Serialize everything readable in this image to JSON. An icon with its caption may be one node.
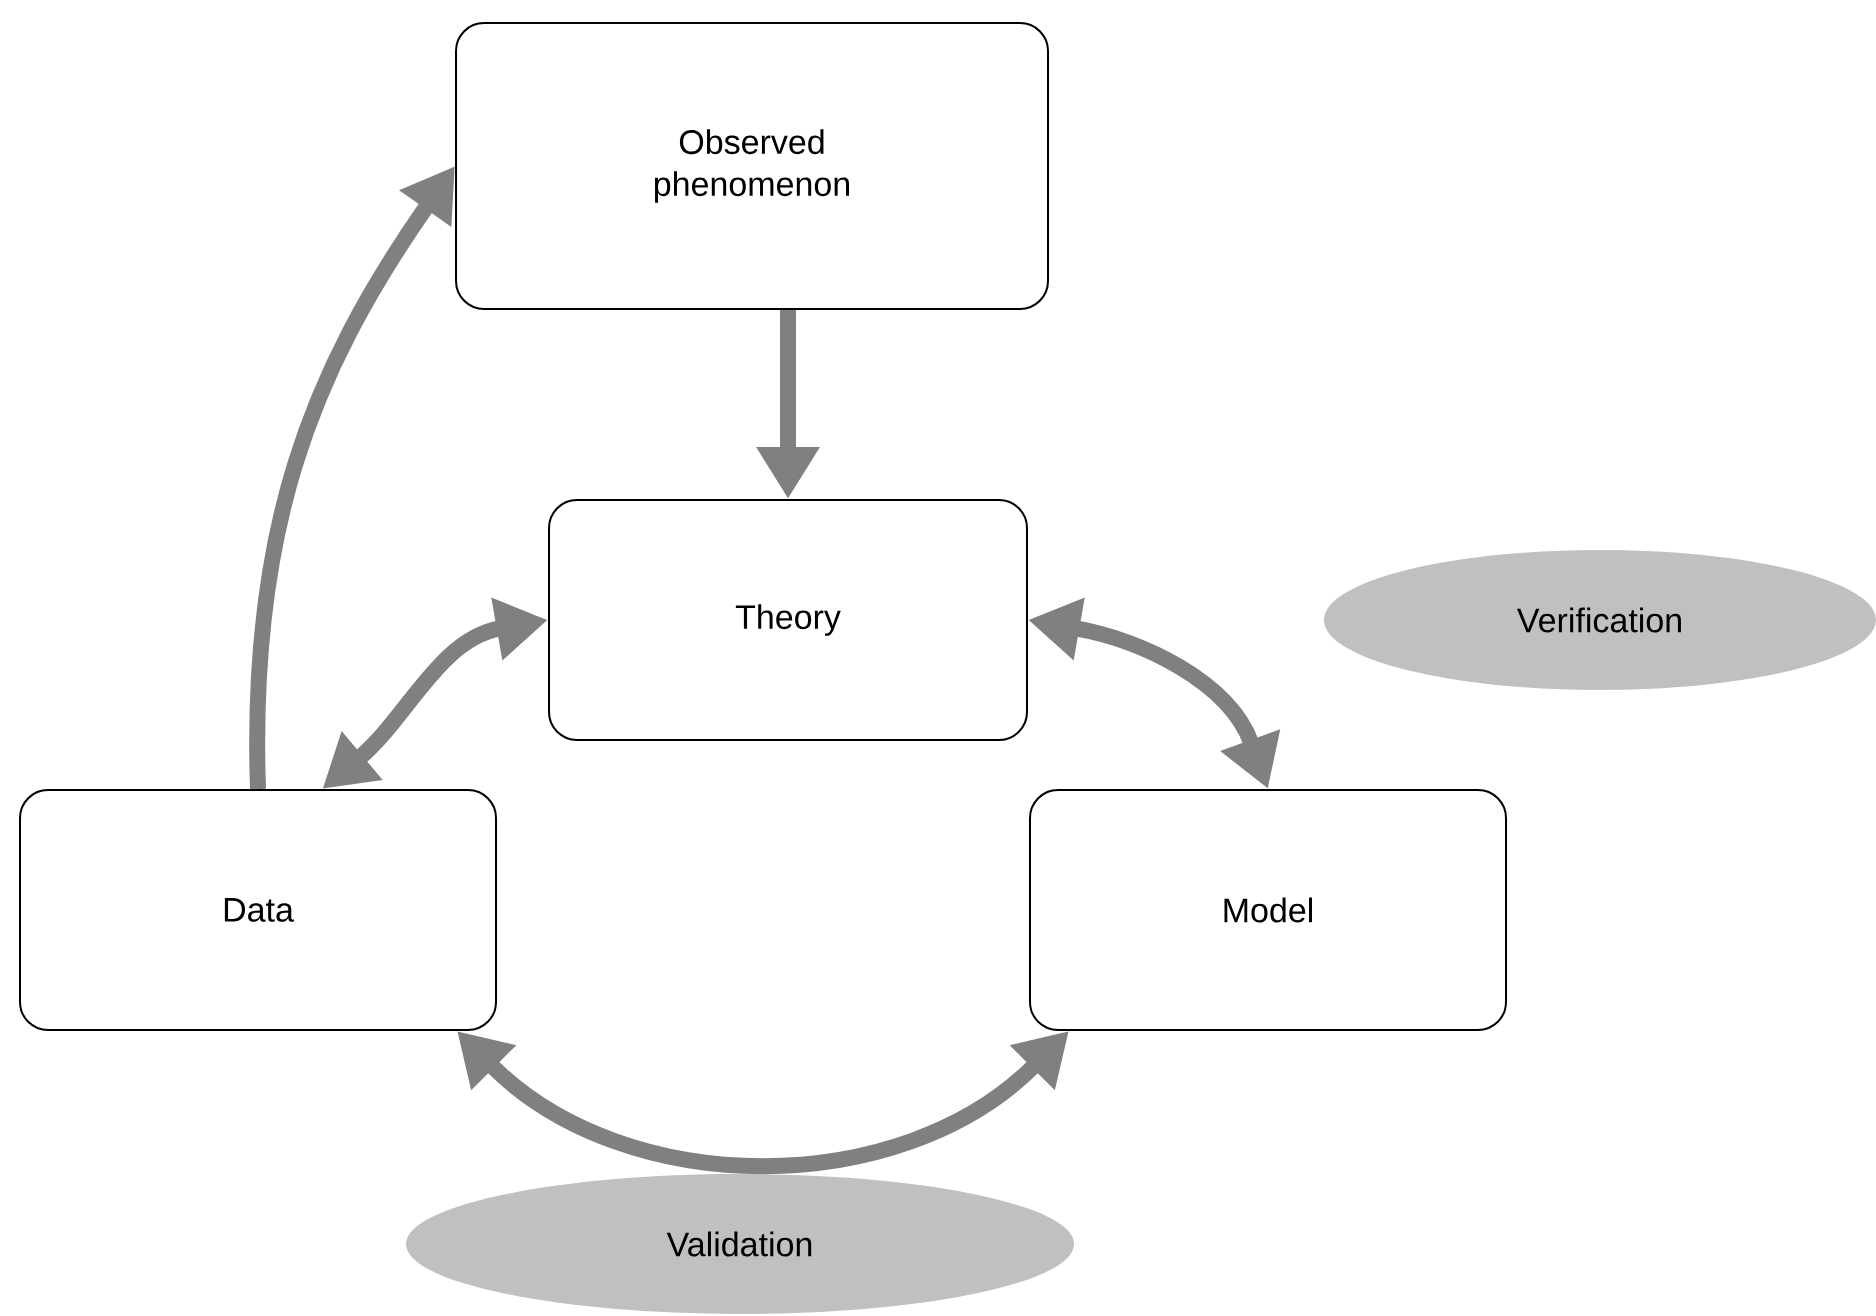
{
  "diagram": {
    "nodes": [
      {
        "text": [
          "Observed phenomenon"
        ]
      },
      {
        "text": [
          "Theory"
        ]
      },
      {
        "text": [
          "Verification"
        ]
      },
      {
        "text": [
          "Data"
        ]
      },
      {
        "text": [
          "Model"
        ]
      },
      {
        "text": [
          "Validation"
        ]
      }
    ],
    "edges": [
      {
        "from": 0,
        "to": 1,
        "arrow": "to"
      },
      {
        "from": 3,
        "to": 0,
        "arrow": "to"
      },
      {
        "from": 3,
        "to": 1,
        "arrow": "both"
      },
      {
        "from": 1,
        "to": 4,
        "arrow": "both"
      },
      {
        "from": 3,
        "to": 4,
        "arrow": "both"
      }
    ]
  }
}
